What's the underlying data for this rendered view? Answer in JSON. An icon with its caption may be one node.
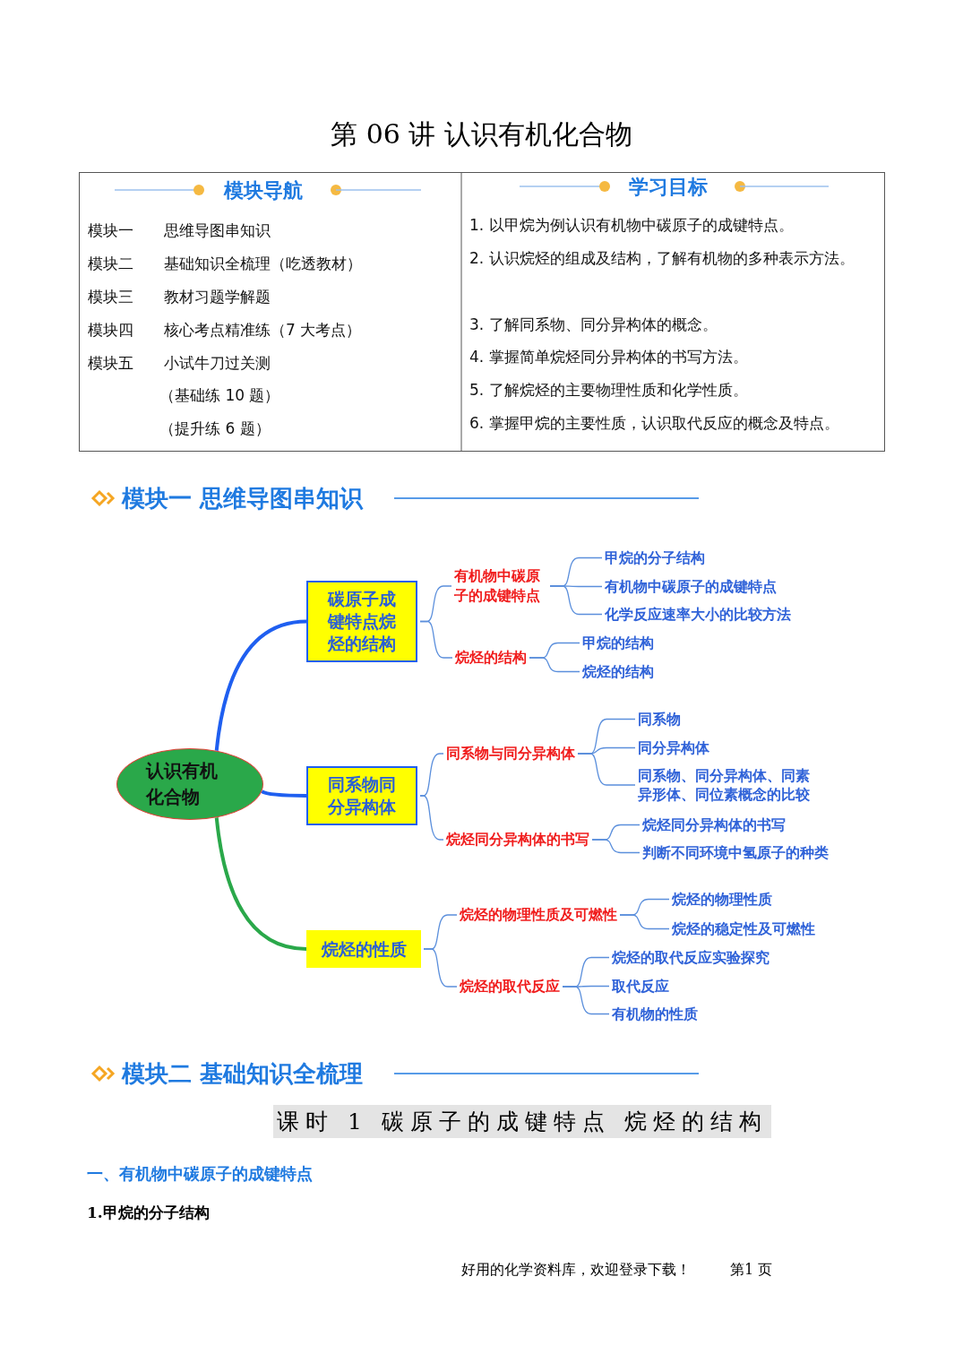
{
  "diagram": {
    "title": "第 06 讲  认识有机化合物",
    "nodes": [
      {
        "text": [
          "认识有机化合物"
        ]
      },
      {
        "text": [
          "碳原子成键特点烷烃的结构"
        ]
      },
      {
        "text": [
          "同系物同分异构体"
        ]
      },
      {
        "text": [
          "烷烃的性质"
        ]
      },
      {
        "text": [
          "有机物中碳原子的成键特点"
        ]
      },
      {
        "text": [
          "烷烃的结构"
        ]
      },
      {
        "text": [
          "甲烷的分子结构"
        ]
      },
      {
        "text": [
          "有机物中碳原子的成键特点"
        ]
      },
      {
        "text": [
          "化学反应速率大小的比较方法"
        ]
      },
      {
        "text": [
          "甲烷的结构"
        ]
      },
      {
        "text": [
          "烷烃的结构"
        ]
      },
      {
        "text": [
          "同系物与同分异构体"
        ]
      },
      {
        "text": [
          "烷烃同分异构体的书写"
        ]
      },
      {
        "text": [
          "同系物"
        ]
      },
      {
        "text": [
          "同分异构体"
        ]
      },
      {
        "text": [
          "同系物、同分异构体、同素异形体、同位素概念的比较"
        ]
      },
      {
        "text": [
          "烷烃同分异构体的书写"
        ]
      },
      {
        "text": [
          "判断不同环境中氢原子的种类"
        ]
      },
      {
        "text": [
          "烷烃的物理性质及可燃性"
        ]
      },
      {
        "text": [
          "烷烃的取代反应"
        ]
      },
      {
        "text": [
          "烷烃的物理性质"
        ]
      },
      {
        "text": [
          "烷烃的稳定性及可燃性"
        ]
      },
      {
        "text": [
          "烷烃的取代反应实验探究"
        ]
      },
      {
        "text": [
          "取代反应"
        ]
      },
      {
        "text": [
          "有机物的性质"
        ]
      }
    ],
    "edges": [
      {
        "from": 0,
        "to": 1,
        "arrow": "none",
        "style": "thick",
        "color": "#1f5ff0"
      },
      {
        "from": 0,
        "to": 2,
        "arrow": "none",
        "style": "thick",
        "color": "#1f5ff0"
      },
      {
        "from": 0,
        "to": 3,
        "arrow": "none",
        "style": "thick",
        "color": "#2aa84a"
      },
      {
        "from": 1,
        "to": 4,
        "arrow": "none"
      },
      {
        "from": 1,
        "to": 5,
        "arrow": "none"
      },
      {
        "from": 4,
        "to": 6,
        "arrow": "none"
      },
      {
        "from": 4,
        "to": 7,
        "arrow": "none"
      },
      {
        "from": 4,
        "to": 8,
        "arrow": "none"
      },
      {
        "from": 5,
        "to": 9,
        "arrow": "none"
      },
      {
        "from": 5,
        "to": 10,
        "arrow": "none"
      },
      {
        "from": 2,
        "to": 11,
        "arrow": "none"
      },
      {
        "from": 2,
        "to": 12,
        "arrow": "none"
      },
      {
        "from": 11,
        "to": 13,
        "arrow": "none"
      },
      {
        "from": 11,
        "to": 14,
        "arrow": "none"
      },
      {
        "from": 11,
        "to": 15,
        "arrow": "none"
      },
      {
        "from": 12,
        "to": 16,
        "arrow": "none"
      },
      {
        "from": 12,
        "to": 17,
        "arrow": "none"
      },
      {
        "from": 3,
        "to": 18,
        "arrow": "none"
      },
      {
        "from": 3,
        "to": 19,
        "arrow": "none"
      },
      {
        "from": 18,
        "to": 20,
        "arrow": "none"
      },
      {
        "from": 18,
        "to": 21,
        "arrow": "none"
      },
      {
        "from": 19,
        "to": 22,
        "arrow": "none"
      },
      {
        "from": 19,
        "to": 23,
        "arrow": "none"
      },
      {
        "from": 19,
        "to": 24,
        "arrow": "none"
      }
    ],
    "labels": [
      "模块导航",
      "模块一",
      "思维导图串知识",
      "模块二",
      "基础知识全梳理（吃透教材）",
      "模块三",
      "教材习题学解题",
      "模块四",
      "核心考点精准练（7 大考点）",
      "模块五",
      "小试牛刀过关测",
      "（基础练 10 题）",
      "（提升练 6 题）",
      "学习目标",
      "1. 以甲烷为例认识有机物中碳原子的成键特点。",
      "2. 认识烷烃的组成及结构，了解有机物的多种表示方法。",
      "3. 了解同系物、同分异构体的概念。",
      "4. 掌握简单烷烃同分异构体的书写方法。",
      "5. 了解烷烃的主要物理性质和化学性质。",
      "6. 掌握甲烷的主要性质，认识取代反应的概念及特点。",
      "模块一 思维导图串知识",
      "模块二 基础知识全梳理",
      "课时 1 碳原子的成键特点 烷烃的结构",
      "一、有机物中碳原子的成键特点",
      "1.甲烷的分子结构",
      "好用的化学资料库，欢迎登录下载！",
      "第1 页"
    ]
  }
}
